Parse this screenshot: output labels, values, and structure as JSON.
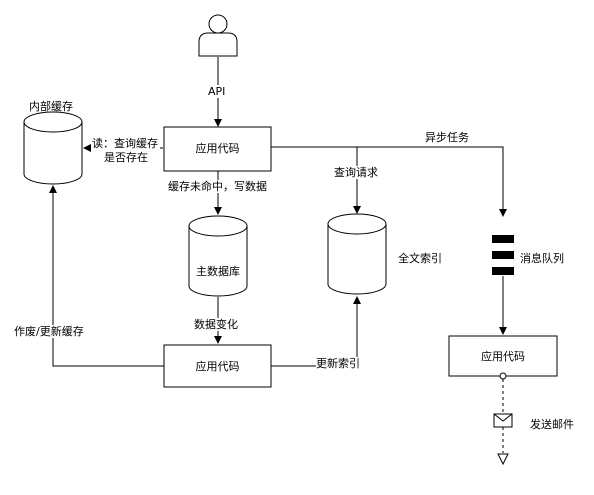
{
  "diagram": {
    "actor_label": "API",
    "internal_cache": "内部缓存",
    "app_code_top": "应用代码",
    "read_label_line1": "读：查询缓存",
    "read_label_line2": "是否存在",
    "async_task": "异步任务",
    "cache_miss": "缓存未命中，写数据",
    "query_request": "查询请求",
    "main_db": "主数据库",
    "fulltext_index": "全文索引",
    "message_queue": "消息队列",
    "data_change": "数据变化",
    "invalidate_cache": "作废/更新缓存",
    "app_code_bottom": "应用代码",
    "update_index": "更新索引",
    "app_code_right": "应用代码",
    "send_email": "发送邮件"
  }
}
